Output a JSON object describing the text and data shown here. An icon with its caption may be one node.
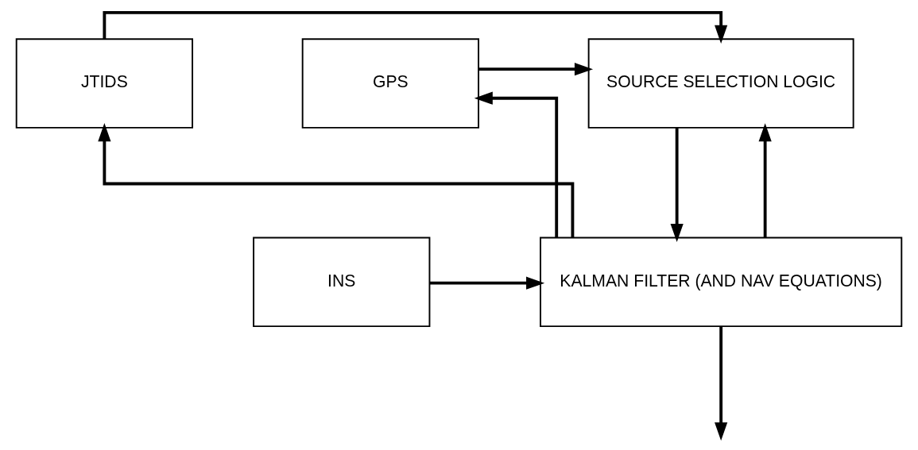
{
  "diagram": {
    "nodes": [
      {
        "text": [
          "JTIDS"
        ]
      },
      {
        "text": [
          "SOURCE SELECTION LOGIC"
        ]
      },
      {
        "text": [
          "GPS"
        ]
      },
      {
        "text": [
          "KALMAN FILTER (AND NAV EQUATIONS)"
        ]
      },
      {
        "text": [
          "INS"
        ]
      }
    ],
    "edges": [
      {
        "from": 0,
        "to": 1,
        "arrow": "to"
      },
      {
        "from": 2,
        "to": 1,
        "arrow": "to"
      },
      {
        "from": 1,
        "to": 3,
        "arrow": "to"
      },
      {
        "from": 3,
        "to": 1,
        "arrow": "to"
      },
      {
        "from": 4,
        "to": 3,
        "arrow": "to"
      },
      {
        "from": 3,
        "to": 0,
        "arrow": "to"
      },
      {
        "from": 3,
        "to": 2,
        "arrow": "to"
      },
      {
        "from": 3,
        "to": null,
        "arrow": "to"
      }
    ]
  }
}
